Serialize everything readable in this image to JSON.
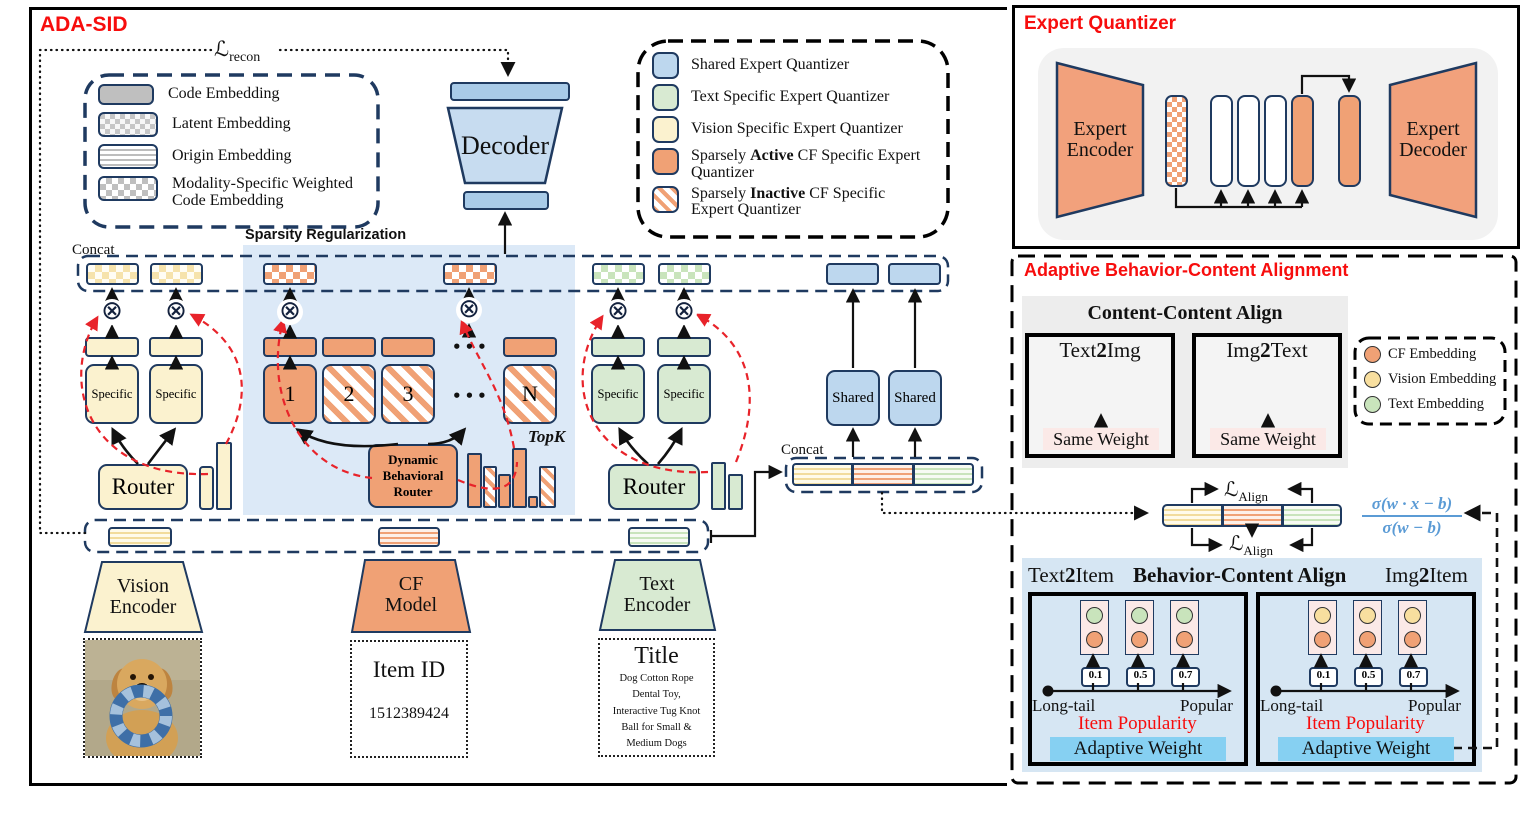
{
  "colors": {
    "navy": "#1F3A60",
    "red_accent": "#E8232A",
    "title_red": "#F70D0D",
    "vision_yellow": "#FBF2CF",
    "yellow_bar": "#F6E3AC",
    "cf_orange": "#F0A175",
    "text_green": "#D8EAD2",
    "green_bar": "#C9E4BC",
    "shared_blue": "#BDD7EE",
    "decoder_blue": "#A9CBE8",
    "decoder_body_blue": "#C7DCF0",
    "sparsity_bg": "#DCE9F7",
    "behavior_bg": "#D6E6F3",
    "adaptive_cyan": "#86D0F2",
    "pink": "#FBE9E7",
    "panel_gray": "#F2F2F2",
    "content_gray": "#EDEDED",
    "formula_blue": "#5B9BD5"
  },
  "main": {
    "title": "ADA-SID",
    "recon_loss": {
      "symbol": "ℒ",
      "sub": "recon"
    },
    "embedding_legend": {
      "items": [
        {
          "label": "Code Embedding",
          "swatch": "code"
        },
        {
          "label": "Latent Embedding",
          "swatch": "latent"
        },
        {
          "label": "Origin Embedding",
          "swatch": "origin"
        },
        {
          "label": "Modality-Specific Weighted Code Embedding",
          "swatch": "weighted-code"
        }
      ]
    },
    "quantizer_legend": {
      "items": [
        {
          "pre": "Shared Expert Quantizer",
          "bold": "",
          "post": "",
          "swatch": "shared-blue"
        },
        {
          "pre": "Text Specific Expert Quantizer",
          "bold": "",
          "post": "",
          "swatch": "text-green"
        },
        {
          "pre": "Vision Specific Expert Quantizer",
          "bold": "",
          "post": "",
          "swatch": "vision-yellow"
        },
        {
          "pre": "Sparsely ",
          "bold": "Active",
          "post": " CF Specific Expert Quantizer",
          "swatch": "active-orange"
        },
        {
          "pre": "Sparsely ",
          "bold": "Inactive",
          "post": " CF Specific Expert Quantizer",
          "swatch": "inactive-hatched"
        }
      ]
    },
    "decoder_label": "Decoder",
    "concat_label": "Concat",
    "sparsity_label": "Sparsity Regularization",
    "multiply_symbol": "⊗",
    "dots": "•••",
    "specific_label": "Specific",
    "router_label": "Router",
    "dbr": {
      "line1": "Dynamic",
      "line2": "Behavioral",
      "line3": "Router"
    },
    "experts": [
      "1",
      "2",
      "3",
      "N"
    ],
    "topk_label": "TopK",
    "shared_label": "Shared",
    "encoders": {
      "vision": {
        "line1": "Vision",
        "line2": "Encoder"
      },
      "cf": {
        "line1": "CF",
        "line2": "Model"
      },
      "text": {
        "line1": "Text",
        "line2": "Encoder"
      }
    },
    "inputs": {
      "item_id": {
        "title": "Item ID",
        "value": "1512389424"
      },
      "title": {
        "title": "Title",
        "lines": [
          "Dog Cotton Rope",
          "Dental Toy,",
          "Interactive Tug Knot",
          "Ball for Small &",
          "Medium Dogs"
        ]
      }
    }
  },
  "expert_quantizer": {
    "title": "Expert Quantizer",
    "encoder": {
      "line1": "Expert",
      "line2": "Encoder"
    },
    "decoder": {
      "line1": "Expert",
      "line2": "Decoder"
    }
  },
  "alignment": {
    "title": "Adaptive Behavior-Content Alignment",
    "content_align": {
      "title": "Content-Content Align",
      "boxes": [
        {
          "pre": "Text",
          "bold": "2",
          "post": "Img",
          "caption": "Same Weight"
        },
        {
          "pre": "Img",
          "bold": "2",
          "post": "Text",
          "caption": "Same Weight"
        }
      ]
    },
    "embedding_legend": [
      {
        "label": "CF Embedding",
        "swatch": "orange-circle"
      },
      {
        "label": "Vision Embedding",
        "swatch": "yellow-circle"
      },
      {
        "label": "Text Embedding",
        "swatch": "green-circle"
      }
    ],
    "align_loss": {
      "symbol": "ℒ",
      "sub": "Align"
    },
    "formula": {
      "numerator": "σ(w · x − b)",
      "denominator": "σ(w − b)"
    },
    "behavior_align": {
      "left_tag": {
        "pre": "Text",
        "bold": "2",
        "post": "Item"
      },
      "title": "Behavior-Content Align",
      "right_tag": {
        "pre": "Img",
        "bold": "2",
        "post": "Item"
      },
      "weights": [
        "0.1",
        "0.5",
        "0.7"
      ],
      "axis_start": "Long-tail",
      "axis_end": "Popular",
      "axis_label": "Item Popularity",
      "adaptive_label": "Adaptive Weight"
    }
  }
}
